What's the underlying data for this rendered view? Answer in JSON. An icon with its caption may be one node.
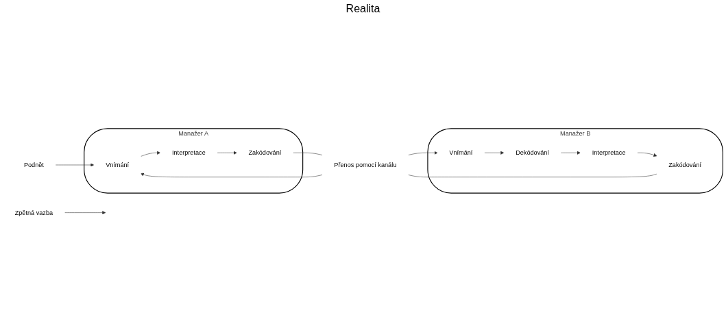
{
  "diagram": {
    "nodes": [
      {
        "text": [
          "Manažer A"
        ]
      },
      {
        "text": [
          "Podnět"
        ]
      },
      {
        "text": [
          "Vnímání"
        ],
        "in": 0
      },
      {
        "text": [
          "Interpretace"
        ],
        "in": 0
      },
      {
        "text": [
          "Zakódování"
        ],
        "in": 0
      },
      {
        "text": [
          "Přenos pomocí kanálu"
        ]
      },
      {
        "text": [
          "Manažer B"
        ]
      },
      {
        "text": [
          "Vnímání"
        ],
        "in": 6
      },
      {
        "text": [
          "Dekódování"
        ],
        "in": 6
      },
      {
        "text": [
          "Interpretace"
        ],
        "in": 6
      },
      {
        "text": [
          "Zakódování"
        ],
        "in": 6
      },
      {
        "text": [
          "Zpětná vazba"
        ]
      }
    ],
    "edges": [
      {
        "from": 1,
        "to": 2,
        "arrow": "to"
      },
      {
        "from": 2,
        "to": 3,
        "arrow": "to"
      },
      {
        "from": 3,
        "to": 4,
        "arrow": "to"
      },
      {
        "from": 4,
        "to": 5,
        "arrow": "none"
      },
      {
        "from": 5,
        "to": 7,
        "arrow": "to"
      },
      {
        "from": 7,
        "to": 8,
        "arrow": "to"
      },
      {
        "from": 8,
        "to": 9,
        "arrow": "to"
      },
      {
        "from": 9,
        "to": 10,
        "arrow": "to"
      },
      {
        "from": 10,
        "to": 5,
        "arrow": "none"
      },
      {
        "from": 5,
        "to": 2,
        "arrow": "to"
      },
      {
        "from": 11,
        "to": null,
        "arrow": "to"
      }
    ],
    "labels": [
      "Realita"
    ]
  }
}
